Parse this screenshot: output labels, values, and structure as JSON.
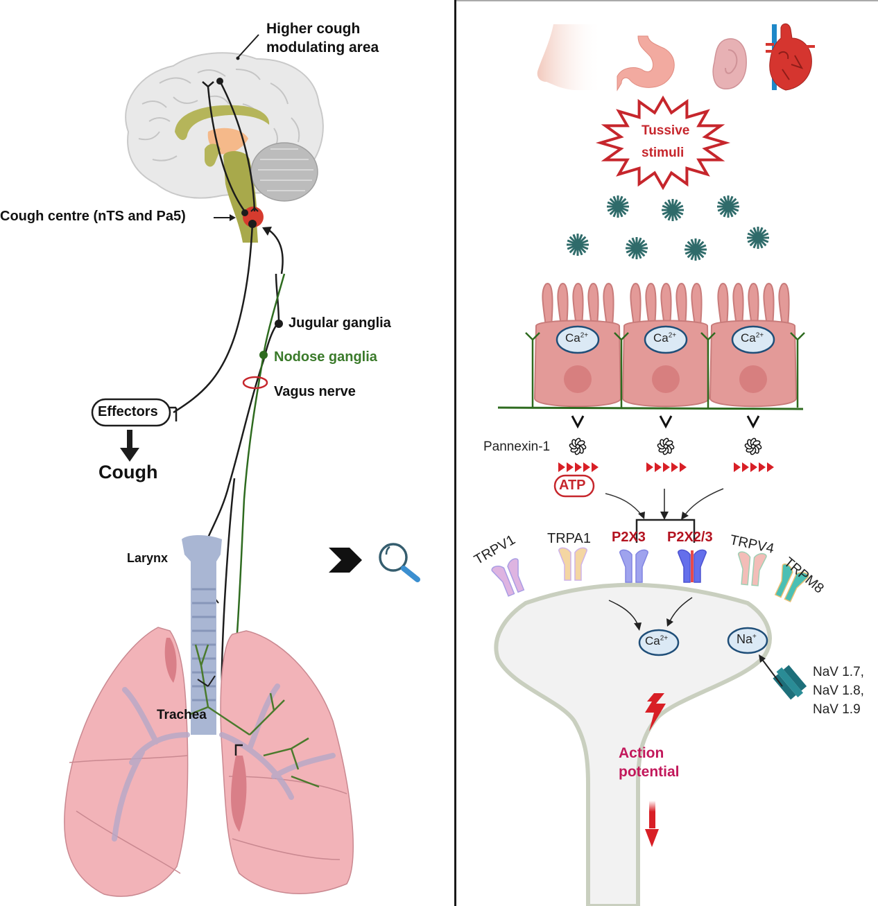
{
  "colors": {
    "nerve_black": "#1c1c1c",
    "nerve_green": "#2e6b1f",
    "alert_red": "#c6262c",
    "receptor_red": "#b3121f",
    "stimulus_teal": "#2f6b6a",
    "cell_pink": "#e39a98",
    "membrane": "#c9cfbf",
    "action_pink": "#c2185b"
  },
  "left_panel": {
    "labels": {
      "higher_cough_line1": "Higher cough",
      "higher_cough_line2": "modulating area",
      "cough_centre": "Cough centre (nTS and Pa5)",
      "jugular": "Jugular ganglia",
      "nodose": "Nodose ganglia",
      "vagus": "Vagus nerve",
      "effectors": "Effectors",
      "cough": "Cough",
      "larynx": "Larynx",
      "trachea": "Trachea"
    },
    "icons": [
      "brain-icon",
      "lungs-icon",
      "chevron-right-icon",
      "magnifier-icon"
    ]
  },
  "right_panel": {
    "organs": [
      "nose-icon",
      "stomach-icon",
      "ear-icon",
      "heart-icon"
    ],
    "tussive_line1": "Tussive",
    "tussive_line2": "stimuli",
    "stimulus_particles": 7,
    "cells": [
      {
        "ion": "Ca",
        "charge": "2+"
      },
      {
        "ion": "Ca",
        "charge": "2+"
      },
      {
        "ion": "Ca",
        "charge": "2+"
      }
    ],
    "pannexin_label": "Pannexin-1",
    "atp_label": "ATP",
    "receptors": [
      {
        "label": "TRPV1",
        "highlight": false
      },
      {
        "label": "TRPA1",
        "highlight": false
      },
      {
        "label": "P2X3",
        "highlight": true
      },
      {
        "label": "P2X2/3",
        "highlight": true
      },
      {
        "label": "TRPV4",
        "highlight": false
      },
      {
        "label": "TRPM8",
        "highlight": false
      }
    ],
    "ca_ion": {
      "ion": "Ca",
      "charge": "2+"
    },
    "na_ion": {
      "ion": "Na",
      "charge": "+"
    },
    "nav_line1": "NaV 1.7,",
    "nav_line2": "NaV 1.8,",
    "nav_line3": "NaV 1.9",
    "action_line1": "Action",
    "action_line2": "potential"
  }
}
